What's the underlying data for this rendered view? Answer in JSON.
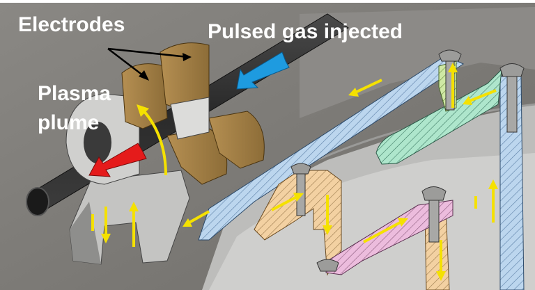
{
  "labels": {
    "electrodes": "Electrodes",
    "pulsed_gas": "Pulsed gas injected",
    "plasma": "Plasma",
    "plume": "plume"
  },
  "colors": {
    "background_gray": "#7f7d79",
    "electrode_bronze": "#a0804a",
    "gas_arrow": "#1e9be0",
    "plasma_arrow": "#e51b1b",
    "flow_arrow": "#f5e100",
    "hatch_blue": "#b8d4ee",
    "hatch_green": "#a8e6c8",
    "hatch_orange": "#f3cf9e",
    "hatch_pink": "#eab8dc"
  }
}
